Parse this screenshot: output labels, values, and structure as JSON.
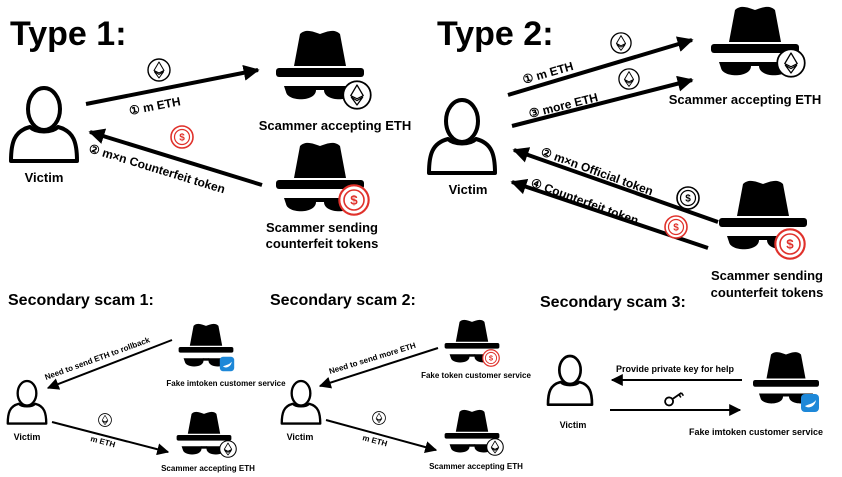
{
  "type1": {
    "title": "Type 1:",
    "victim": "Victim",
    "arrow1": "① m ETH",
    "arrow2": "② m×n Counterfeit token",
    "scammer_eth": "Scammer accepting ETH",
    "scammer_sending_l1": "Scammer sending",
    "scammer_sending_l2": "counterfeit tokens"
  },
  "type2": {
    "title": "Type 2:",
    "victim": "Victim",
    "arrow1": "① m ETH",
    "arrow3": "③ more ETH",
    "arrow2": "② m×n Official token",
    "arrow4": "④ Counterfeit token",
    "scammer_eth": "Scammer accepting ETH",
    "scammer_sending_l1": "Scammer sending",
    "scammer_sending_l2": "counterfeit tokens"
  },
  "sec1": {
    "title": "Secondary scam 1:",
    "request": "Need to send ETH to rollback",
    "payment": "m ETH",
    "fake_service": "Fake imtoken customer service",
    "victim": "Victim",
    "scammer_eth": "Scammer accepting ETH"
  },
  "sec2": {
    "title": "Secondary scam 2:",
    "request": "Need to send more ETH",
    "payment": "m ETH",
    "fake_service": "Fake token customer service",
    "victim": "Victim",
    "scammer_eth": "Scammer accepting ETH"
  },
  "sec3": {
    "title": "Secondary scam 3:",
    "request": "Provide private key for help",
    "victim": "Victim",
    "fake_service": "Fake imtoken customer service"
  },
  "icons": {
    "victim": "person-silhouette-icon",
    "scammer": "hat-spy-icon",
    "eth": "ethereum-icon",
    "token": "counterfeit-token-icon",
    "imtoken": "imtoken-app-icon",
    "key": "key-icon"
  },
  "colors": {
    "ink": "#000000",
    "counterfeit": "#e0312b",
    "imtoken": "#1e88d8"
  }
}
